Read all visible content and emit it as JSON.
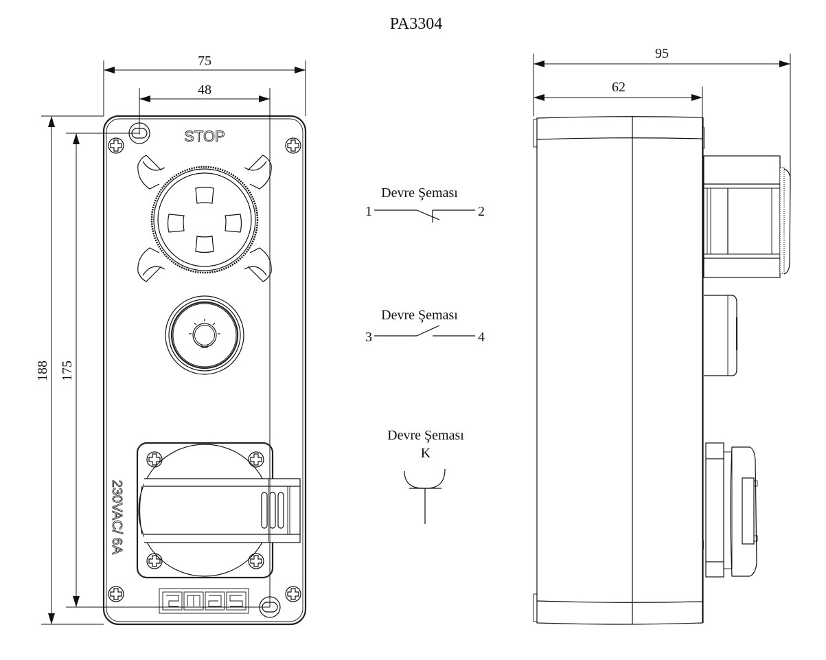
{
  "title": "PA3304",
  "front_view": {
    "dimensions": {
      "overall_width": "75",
      "hole_spacing_width": "48",
      "overall_height": "188",
      "hole_spacing_height": "175"
    },
    "labels": {
      "stop": "STOP",
      "rating": "230VAC/ 6A",
      "brand": "emas"
    }
  },
  "side_view": {
    "dimensions": {
      "overall_depth": "95",
      "body_depth": "62"
    }
  },
  "circuit_diagrams": [
    {
      "title": "Devre Şeması",
      "terminal_left": "1",
      "terminal_right": "2",
      "type": "normally-closed"
    },
    {
      "title": "Devre Şeması",
      "terminal_left": "3",
      "terminal_right": "4",
      "type": "normally-open"
    },
    {
      "title": "Devre Şeması",
      "symbol_label": "K",
      "type": "socket"
    }
  ]
}
